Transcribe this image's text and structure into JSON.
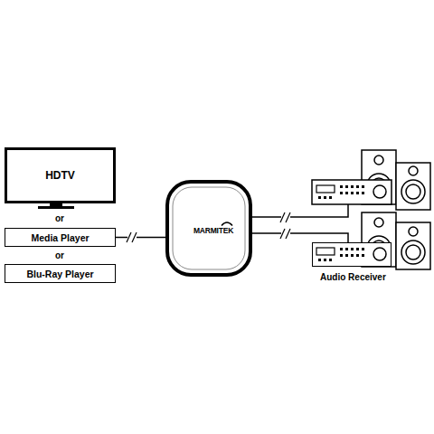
{
  "diagram": {
    "nodes": [
      {
        "text": [
          "HDTV"
        ]
      },
      {
        "text": [
          "Media Player"
        ]
      },
      {
        "text": [
          "Blu-Ray Player"
        ]
      },
      {
        "text": [
          "MARMITEK"
        ]
      },
      {
        "text": [
          "Audio Receiver"
        ]
      }
    ],
    "edges": [
      {
        "from": 1,
        "to": 3,
        "arrow": "none"
      },
      {
        "from": 3,
        "to": 4,
        "arrow": "none"
      }
    ],
    "labels": [
      "or",
      "or"
    ]
  }
}
